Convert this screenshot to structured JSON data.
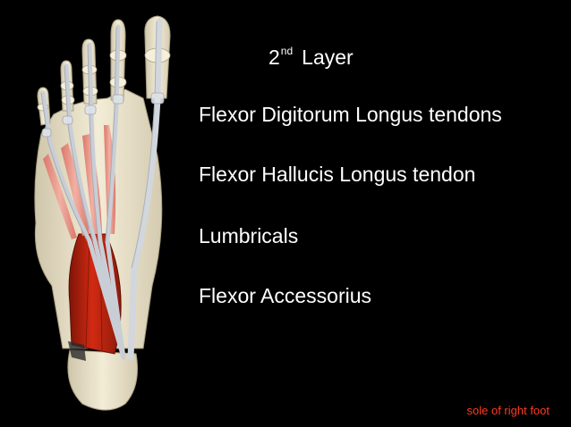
{
  "slide": {
    "title_number": "2",
    "title_suffix": "nd",
    "title_word": "Layer",
    "items": [
      {
        "label": "Flexor Digitorum Longus tendons"
      },
      {
        "label": "Flexor Hallucis Longus tendon"
      },
      {
        "label": "Lumbricals"
      },
      {
        "label": "Flexor Accessorius"
      }
    ],
    "caption": "sole of right foot"
  },
  "colors": {
    "background": "#000000",
    "text": "#ffffff",
    "caption": "#ff3b1f",
    "bone": "#ece4cc",
    "tendon": "#c9ced6",
    "muscle": "#b8210f",
    "lumbrical": "#e89a8c"
  },
  "illustration": {
    "icon": "foot-sole-anatomy-illustration"
  }
}
